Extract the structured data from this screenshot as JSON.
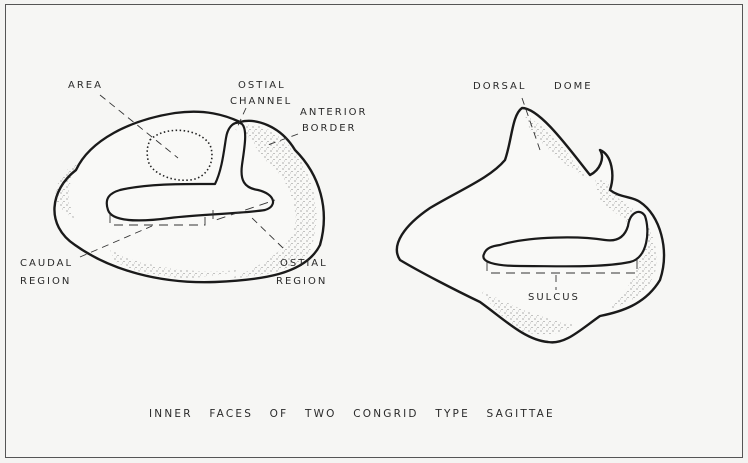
{
  "labels": {
    "area": "AREA",
    "ostial_channel_1": "OSTIAL",
    "ostial_channel_2": "CHANNEL",
    "anterior_border_1": "ANTERIOR",
    "anterior_border_2": "BORDER",
    "caudal_region_1": "CAUDAL",
    "caudal_region_2": "REGION",
    "ostial_region_1": "OSTIAL",
    "ostial_region_2": "REGION",
    "dorsal": "DORSAL",
    "dome": "DOME",
    "sulcus": "SULCUS"
  },
  "caption": "INNER   FACES   OF   TWO   CONGRID   TYPE   SAGITTAE"
}
